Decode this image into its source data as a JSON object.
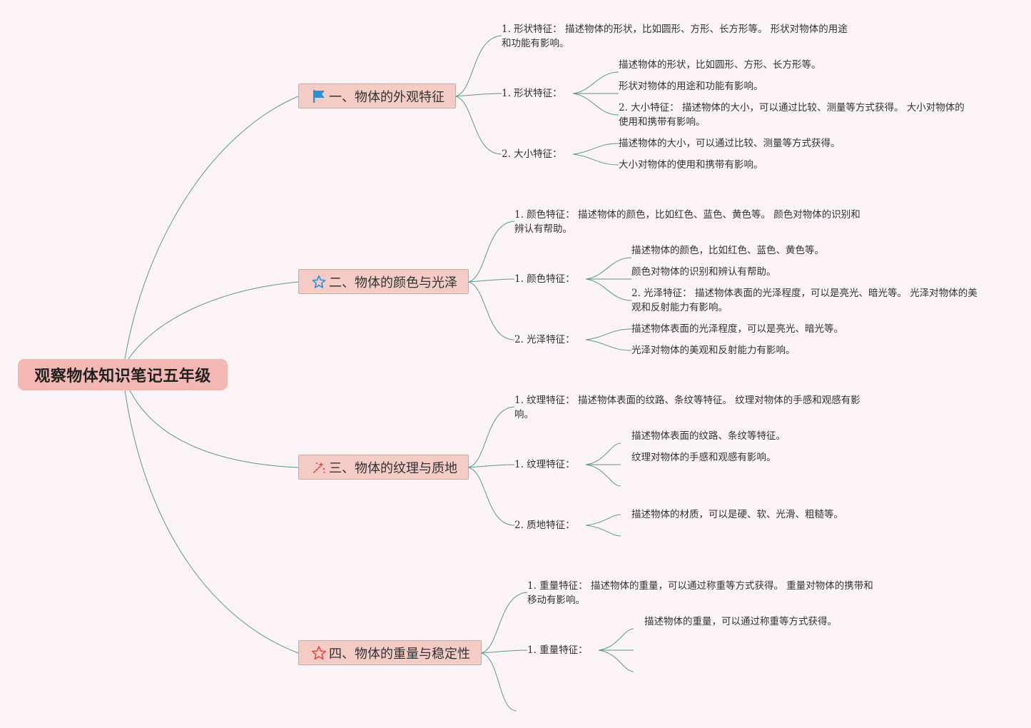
{
  "root": {
    "title": "观察物体知识笔记五年级"
  },
  "branches": [
    {
      "title": "一、物体的外观特征",
      "icon": "flag-icon",
      "summary": [
        "1. 形状特征： 描述物体的形状，比如圆形、方形、长方形等。 形状对物体的用途",
        "和功能有影响。"
      ],
      "groups": [
        {
          "label": "1. 形状特征：",
          "items": [
            [
              "描述物体的形状，比如圆形、方形、长方形等。"
            ],
            [
              "形状对物体的用途和功能有影响。"
            ],
            [
              "2. 大小特征： 描述物体的大小，可以通过比较、测量等方式获得。 大小对物体的",
              "使用和携带有影响。"
            ]
          ]
        },
        {
          "label": "2. 大小特征：",
          "items": [
            [
              "描述物体的大小，可以通过比较、测量等方式获得。"
            ],
            [
              "大小对物体的使用和携带有影响。"
            ]
          ]
        }
      ]
    },
    {
      "title": "二、物体的颜色与光泽",
      "icon": "star-outline-icon",
      "summary": [
        "1. 颜色特征： 描述物体的颜色，比如红色、蓝色、黄色等。 颜色对物体的识别和",
        "辨认有帮助。"
      ],
      "groups": [
        {
          "label": "1. 颜色特征：",
          "items": [
            [
              "描述物体的颜色，比如红色、蓝色、黄色等。"
            ],
            [
              "颜色对物体的识别和辨认有帮助。"
            ],
            [
              "2. 光泽特征： 描述物体表面的光泽程度，可以是亮光、暗光等。 光泽对物体的美",
              "观和反射能力有影响。"
            ]
          ]
        },
        {
          "label": "2. 光泽特征：",
          "items": [
            [
              "描述物体表面的光泽程度，可以是亮光、暗光等。"
            ],
            [
              "光泽对物体的美观和反射能力有影响。"
            ]
          ]
        }
      ]
    },
    {
      "title": "三、物体的纹理与质地",
      "icon": "sparkle-wand-icon",
      "summary": [
        "1. 纹理特征： 描述物体表面的纹路、条纹等特征。 纹理对物体的手感和观感有影",
        "响。"
      ],
      "groups": [
        {
          "label": "1. 纹理特征：",
          "items": [
            [
              "描述物体表面的纹路、条纹等特征。"
            ],
            [
              "纹理对物体的手感和观感有影响。"
            ],
            [
              ""
            ]
          ]
        },
        {
          "label": "2. 质地特征：",
          "items": [
            [
              "描述物体的材质，可以是硬、软、光滑、粗糙等。"
            ],
            [
              ""
            ]
          ]
        }
      ]
    },
    {
      "title": "四、物体的重量与稳定性",
      "icon": "star-red-icon",
      "summary": [
        "1. 重量特征： 描述物体的重量，可以通过称重等方式获得。 重量对物体的携带和",
        "移动有影响。"
      ],
      "groups": [
        {
          "label": "1. 重量特征：",
          "items": [
            [
              "描述物体的重量，可以通过称重等方式获得。"
            ],
            [
              ""
            ],
            [
              ""
            ]
          ]
        }
      ]
    }
  ],
  "colors": {
    "background": "#fbf3f5",
    "root_fill": "#f3b7b4",
    "branch_fill": "#f4cbc5",
    "connector": "#5a9a8b",
    "flag_icon": "#2e8fd6",
    "star_outline_icon": "#2e8fd6",
    "sparkle_icon": "#e0504a",
    "star_red_icon": "#e0504a"
  }
}
